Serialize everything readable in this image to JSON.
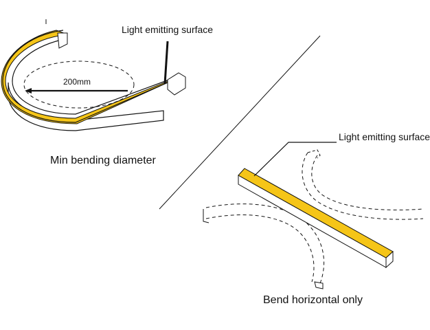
{
  "diagram": {
    "left_panel": {
      "callout_label": "Light emitting surface",
      "dimension_label": "200mm",
      "caption": "Min bending diameter"
    },
    "right_panel": {
      "callout_label": "Light emitting surface",
      "caption": "Bend horizontal only"
    }
  },
  "colors": {
    "light_surface": "#F5C518",
    "outline": "#111111",
    "strip_side": "#FFFFFF",
    "background": "#FFFFFF"
  }
}
